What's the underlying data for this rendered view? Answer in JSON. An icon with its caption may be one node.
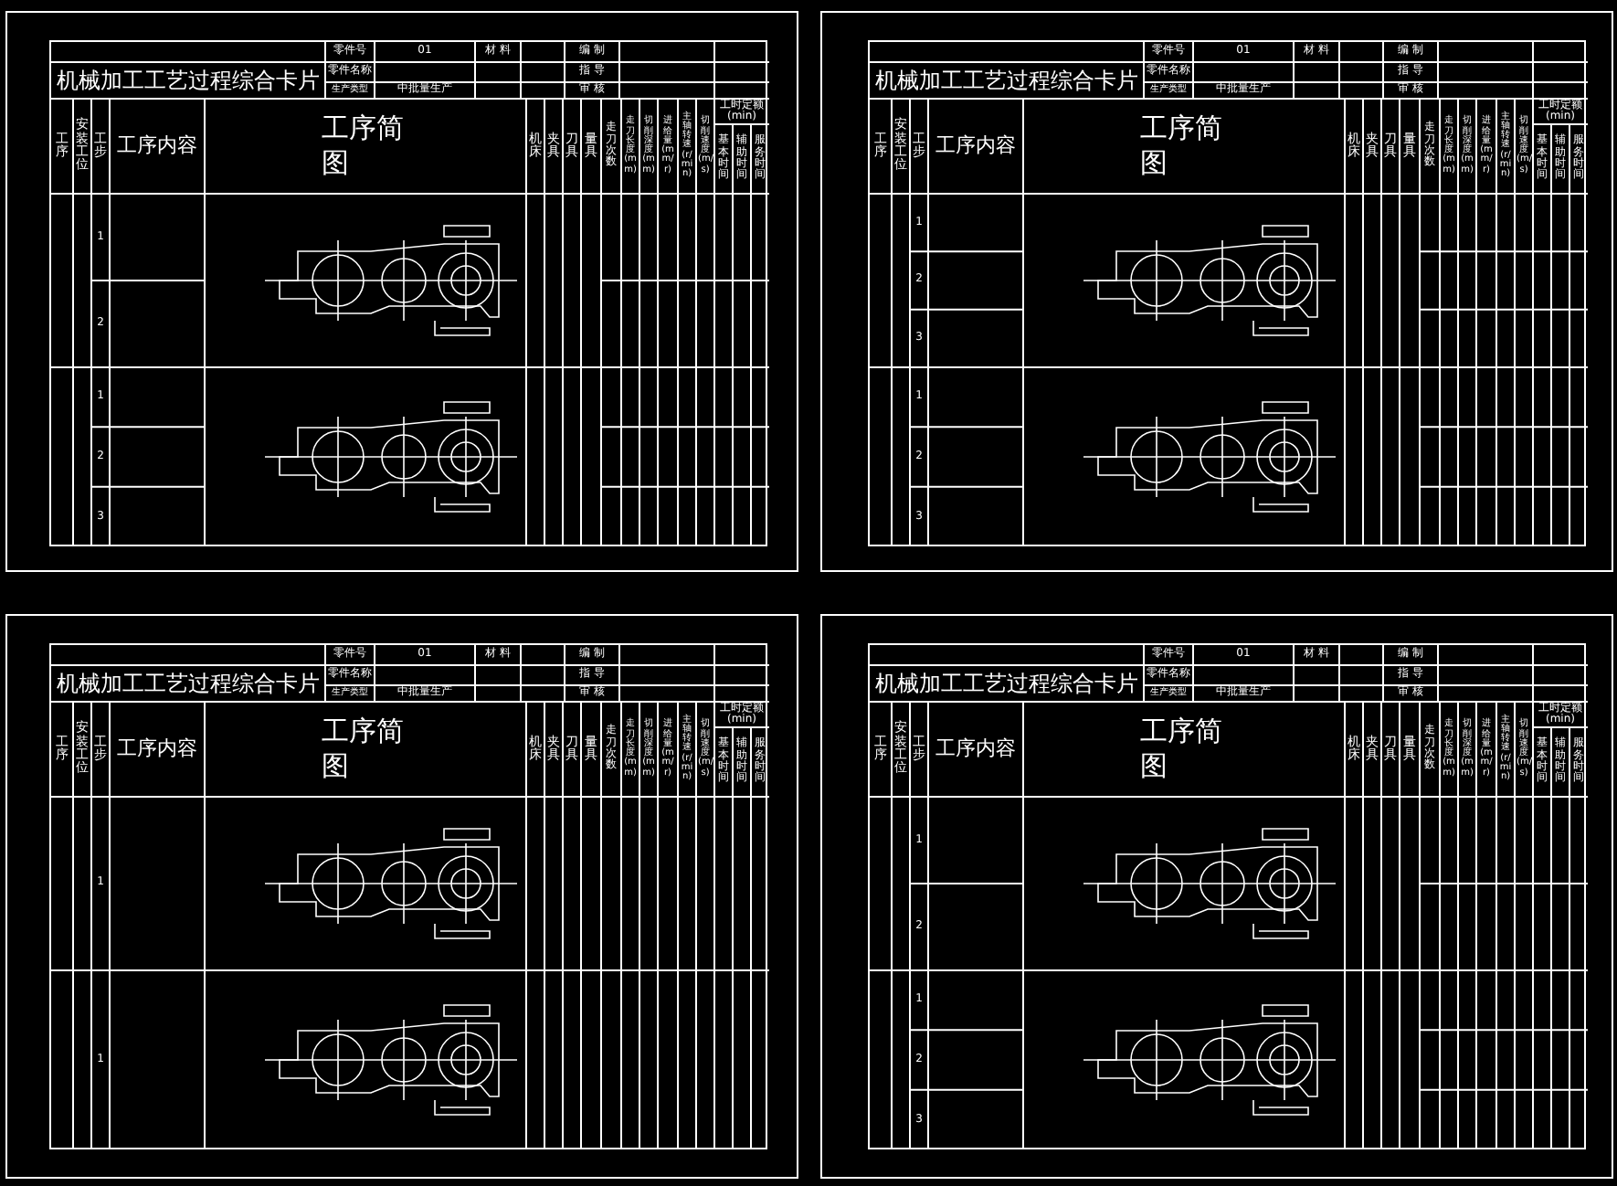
{
  "diagram": {
    "nodes": [
      {
        "text": [
          "机械加工工艺过程综合卡片",
          "零件号",
          "01",
          "材 料",
          "编 制",
          "零件名称",
          "指 导",
          "生产类型",
          "中批量生产",
          "审 核",
          "工序",
          "安装工位",
          "工步",
          "工序内容",
          "工序简图",
          "机床",
          "夹具",
          "刀具",
          "量具",
          "走刀次数",
          "走刀长度(mm)",
          "切削深度(mm)",
          "进给量(mm/r)",
          "主轴转速(r/min)",
          "切削速度(m/s)",
          "工时定额(min)",
          "基本时间",
          "辅助时间",
          "服务时间",
          "1",
          "2",
          "1",
          "2",
          "3"
        ]
      },
      {
        "text": [
          "机械加工工艺过程综合卡片",
          "零件号",
          "01",
          "材 料",
          "编 制",
          "零件名称",
          "指 导",
          "生产类型",
          "中批量生产",
          "审 核",
          "工序",
          "安装工位",
          "工步",
          "工序内容",
          "工序简图",
          "机床",
          "夹具",
          "刀具",
          "量具",
          "走刀次数",
          "走刀长度(mm)",
          "切削深度(mm)",
          "进给量(mm/r)",
          "主轴转速(r/min)",
          "切削速度(m/s)",
          "工时定额(min)",
          "基本时间",
          "辅助时间",
          "服务时间",
          "1",
          "2",
          "3",
          "1",
          "2",
          "3"
        ]
      },
      {
        "text": [
          "机械加工工艺过程综合卡片",
          "零件号",
          "01",
          "材 料",
          "编 制",
          "零件名称",
          "指 导",
          "生产类型",
          "中批量生产",
          "审 核",
          "工序",
          "安装工位",
          "工步",
          "工序内容",
          "工序简图",
          "机床",
          "夹具",
          "刀具",
          "量具",
          "走刀次数",
          "走刀长度(mm)",
          "切削深度(mm)",
          "进给量(mm/r)",
          "主轴转速(r/min)",
          "切削速度(m/s)",
          "工时定额(min)",
          "基本时间",
          "辅助时间",
          "服务时间",
          "1",
          "1"
        ]
      },
      {
        "text": [
          "机械加工工艺过程综合卡片",
          "零件号",
          "01",
          "材 料",
          "编 制",
          "零件名称",
          "指 导",
          "生产类型",
          "中批量生产",
          "审 核",
          "工序",
          "安装工位",
          "工步",
          "工序内容",
          "工序简图",
          "机床",
          "夹具",
          "刀具",
          "量具",
          "走刀次数",
          "走刀长度(mm)",
          "切削深度(mm)",
          "进给量(mm/r)",
          "主轴转速(r/min)",
          "切削速度(m/s)",
          "工时定额(min)",
          "基本时间",
          "辅助时间",
          "服务时间",
          "1",
          "2",
          "1",
          "2",
          "3"
        ]
      }
    ]
  }
}
